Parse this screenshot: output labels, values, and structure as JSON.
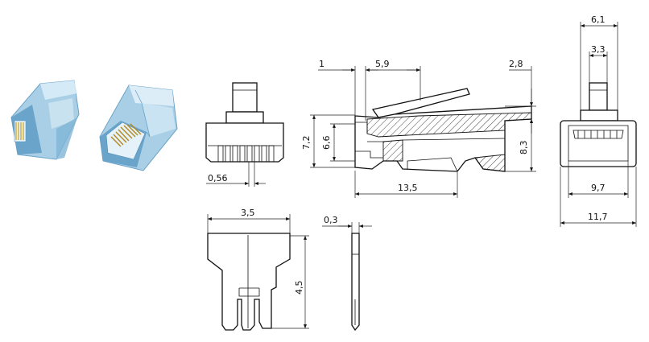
{
  "dimensions": {
    "front_pitch": "0,56",
    "side_lead": "1",
    "side_latch": "5,9",
    "side_tab": "2,8",
    "side_height_outer": "7,2",
    "side_height_inner": "6,6",
    "side_height_total": "8,3",
    "side_length": "13,5",
    "end_top_outer": "6,1",
    "end_top_inner": "3,3",
    "end_inner_width": "9,7",
    "end_outer_width": "11,7",
    "contact_width": "3,5",
    "contact_height": "4,5",
    "contact_thickness": "0,3"
  },
  "colors": {
    "plug_body": "#a9cfe6",
    "plug_shade": "#5f9cc4",
    "contact_gold": "#c9a227"
  }
}
